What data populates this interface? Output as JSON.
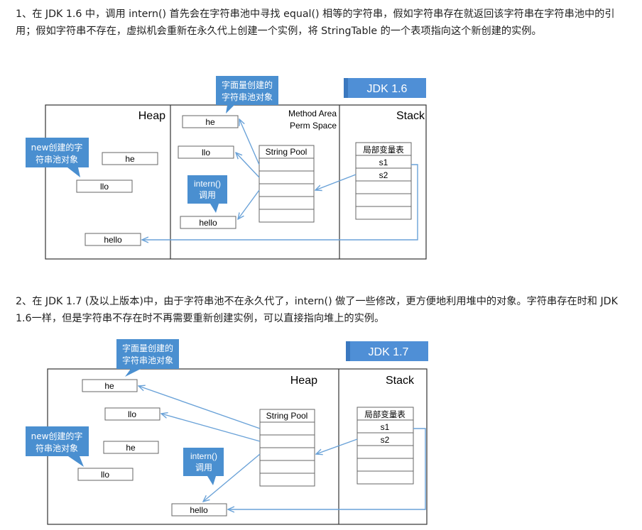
{
  "paragraphs": {
    "p1": "1、在 JDK 1.6 中，调用 intern() 首先会在字符串池中寻找 equal() 相等的字符串，假如字符串存在就返回该字符串在字符串池中的引用；假如字符串不存在，虚拟机会重新在永久代上创建一个实例，将 StringTable 的一个表项指向这个新创建的实例。",
    "p2": "2、在 JDK 1.7 (及以上版本)中，由于字符串池不在永久代了，intern() 做了一些修改，更方便地利用堆中的对象。字符串存在时和 JDK 1.6一样，但是字符串不存在时不再需要重新创建实例，可以直接指向堆上的实例。"
  },
  "diagram1": {
    "version_tag": "JDK 1.6",
    "heap_title": "Heap",
    "method_area_title_1": "Method Area",
    "method_area_title_2": "Perm Space",
    "stack_title": "Stack",
    "callout_literal_1": "字面量创建的",
    "callout_literal_2": "字符串池对象",
    "callout_new_1": "new创建的字",
    "callout_new_2": "符串池对象",
    "callout_intern_1": "intern()",
    "callout_intern_2": "调用",
    "heap_he": "he",
    "heap_llo": "llo",
    "heap_hello": "hello",
    "perm_he": "he",
    "perm_llo": "llo",
    "perm_hello": "hello",
    "string_pool": "String Pool",
    "local_vars": "局部变量表",
    "s1": "s1",
    "s2": "s2"
  },
  "diagram2": {
    "version_tag": "JDK 1.7",
    "heap_title": "Heap",
    "stack_title": "Stack",
    "callout_literal_1": "字面量创建的",
    "callout_literal_2": "字符串池对象",
    "callout_new_1": "new创建的字",
    "callout_new_2": "符串池对象",
    "callout_intern_1": "intern()",
    "callout_intern_2": "调用",
    "he_top": "he",
    "llo_top": "llo",
    "he_mid": "he",
    "llo_bottom": "llo",
    "hello": "hello",
    "string_pool": "String Pool",
    "local_vars": "局部变量表",
    "s1": "s1",
    "s2": "s2"
  },
  "colors": {
    "callout_fill": "#4a8fd0",
    "callout_text": "#ffffff",
    "arrow": "#6aa2d8",
    "tag_fill": "#4f8fd6",
    "frame": "#333333"
  }
}
